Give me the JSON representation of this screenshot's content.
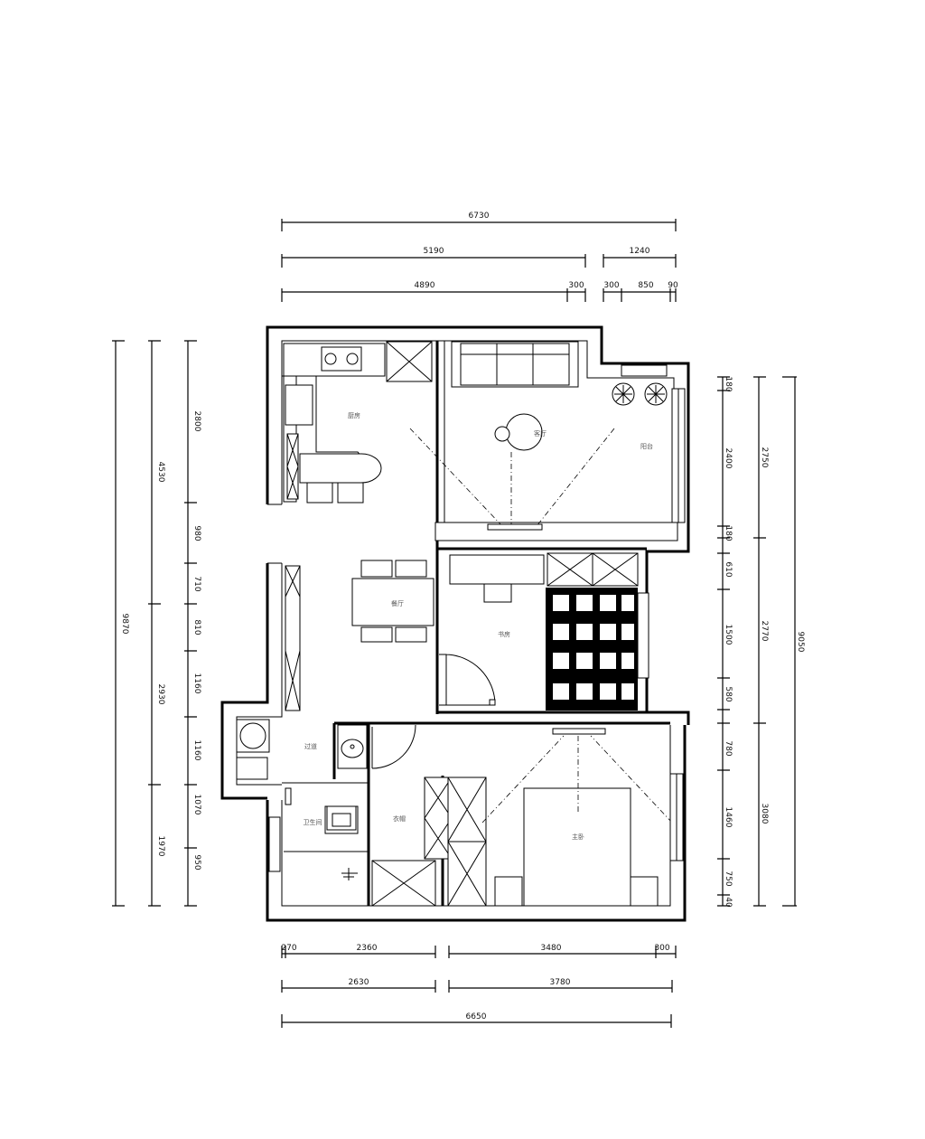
{
  "dimensions": {
    "top": [
      "6730",
      "5190",
      "1240",
      "4890",
      "300",
      "300",
      "850",
      "90"
    ],
    "bottom": [
      "270",
      "2360",
      "3480",
      "300",
      "2630",
      "3780",
      "6650"
    ],
    "left_outer": [
      "9870"
    ],
    "left_mid": [
      "4530",
      "2930",
      "1970"
    ],
    "left_inner": [
      "2800",
      "980",
      "710",
      "810",
      "1160",
      "1160",
      "1070",
      "950"
    ],
    "right_inner": [
      "180",
      "2400",
      "180",
      "610",
      "1500",
      "580",
      "780",
      "1460",
      "750",
      "40"
    ],
    "right_mid": [
      "2750",
      "2770",
      "3080"
    ],
    "right_outer": [
      "9050"
    ]
  },
  "rooms": {
    "kitchen": "厨房",
    "living": "客厅",
    "balcony": "阳台",
    "dining": "餐厅",
    "study": "书房",
    "hall": "过道",
    "bathroom": "卫生间",
    "bedroom": "主卧",
    "closet": "衣帽"
  }
}
